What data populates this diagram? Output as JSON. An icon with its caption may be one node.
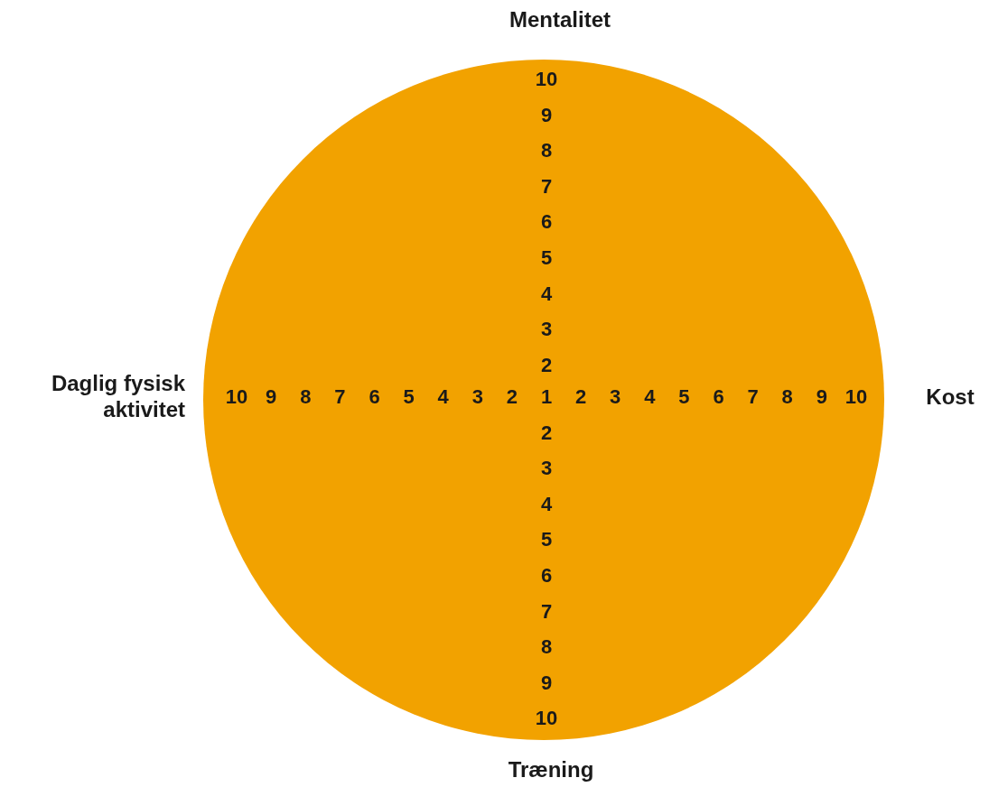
{
  "diagram": {
    "labels": [
      "Mentalitet",
      "10",
      "9",
      "8",
      "7",
      "6",
      "5",
      "4",
      "3",
      "2",
      "Daglig fysisk aktivitet",
      "10",
      "9",
      "8",
      "7",
      "6",
      "5",
      "4",
      "3",
      "2",
      "1",
      "2",
      "3",
      "4",
      "5",
      "6",
      "7",
      "8",
      "9",
      "10",
      "Kost",
      "2",
      "3",
      "4",
      "5",
      "6",
      "7",
      "8",
      "9",
      "10",
      "Træning"
    ]
  }
}
